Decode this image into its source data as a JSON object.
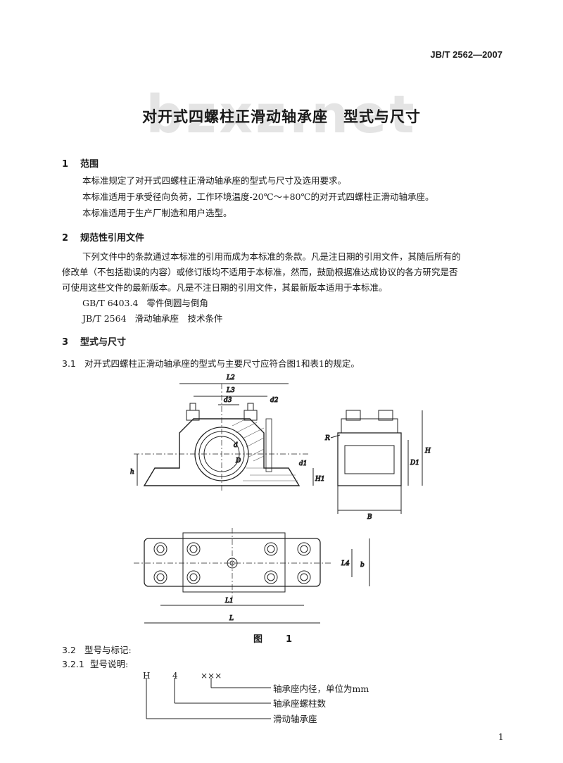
{
  "header": {
    "standard_number": "JB/T 2562—2007"
  },
  "watermark": "bzxz.net",
  "title": {
    "part1": "对开式四螺柱正滑动轴承座",
    "part2": "型式与尺寸"
  },
  "section1": {
    "num": "1",
    "heading": "范围",
    "lines": [
      "本标准规定了对开式四螺柱正滑动轴承座的型式与尺寸及选用要求。",
      "本标准适用于承受径向负荷，工作环境温度-20℃～+80℃的对开式四螺柱正滑动轴承座。",
      "本标准适用于生产厂制造和用户选型。"
    ]
  },
  "section2": {
    "num": "2",
    "heading": "规范性引用文件",
    "para": [
      "下列文件中的条款通过本标准的引用而成为本标准的条款。凡是注日期的引用文件，其随后所有的",
      "修改单（不包括勘误的内容）或修订版均不适用于本标准，然而，鼓励根据准达成协议的各方研究是否",
      "可使用这些文件的最新版本。凡是不注日期的引用文件，其最新版本适用于本标准。"
    ],
    "refs": [
      {
        "code": "GB/T 6403.4",
        "name": "零件倒圆与倒角"
      },
      {
        "code": "JB/T 2564",
        "name": "滑动轴承座　技术条件"
      }
    ]
  },
  "section3": {
    "num": "3",
    "heading": "型式与尺寸",
    "s31": {
      "num": "3.1",
      "text": "对开式四螺柱正滑动轴承座的型式与主要尺寸应符合图1和表1的规定。"
    },
    "figure_caption": "图　1",
    "figure_labels": {
      "L2": "L2",
      "L3": "L3",
      "d3": "d3",
      "d2": "d2",
      "d": "d",
      "D": "D",
      "d1": "d1",
      "h": "h",
      "H1": "H1",
      "R": "R",
      "D1": "D1",
      "H": "H",
      "B": "B",
      "L4": "L4",
      "b": "b",
      "L1": "L1",
      "L": "L"
    },
    "s32": {
      "num": "3.2",
      "text": "型号与标记:"
    },
    "s321": {
      "num": "3.2.1",
      "text": "型号说明:"
    },
    "model_code": {
      "letters": [
        "H",
        "4",
        "×××"
      ],
      "meanings": [
        "轴承座内径，单位为mm",
        "轴承座螺柱数",
        "滑动轴承座"
      ]
    }
  },
  "page_number": "1"
}
